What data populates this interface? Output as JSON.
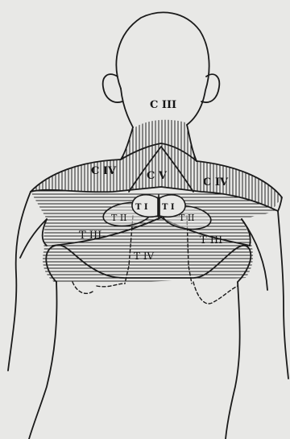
{
  "figure": {
    "background": "#e8e8e6",
    "ink": "#1a1a1a",
    "hatch_vertical": "vertical hatching",
    "hatch_horizontal": "horizontal hatching",
    "labels": {
      "c3": "C III",
      "c4_left": "C IV",
      "c4_right": "C IV",
      "c5": "C V",
      "t1_left": "T I",
      "t1_right": "T I",
      "t2_left": "T II",
      "t2_right": "T II",
      "t3_left": "T III",
      "t3_right": "T III",
      "t4": "T IV"
    }
  }
}
